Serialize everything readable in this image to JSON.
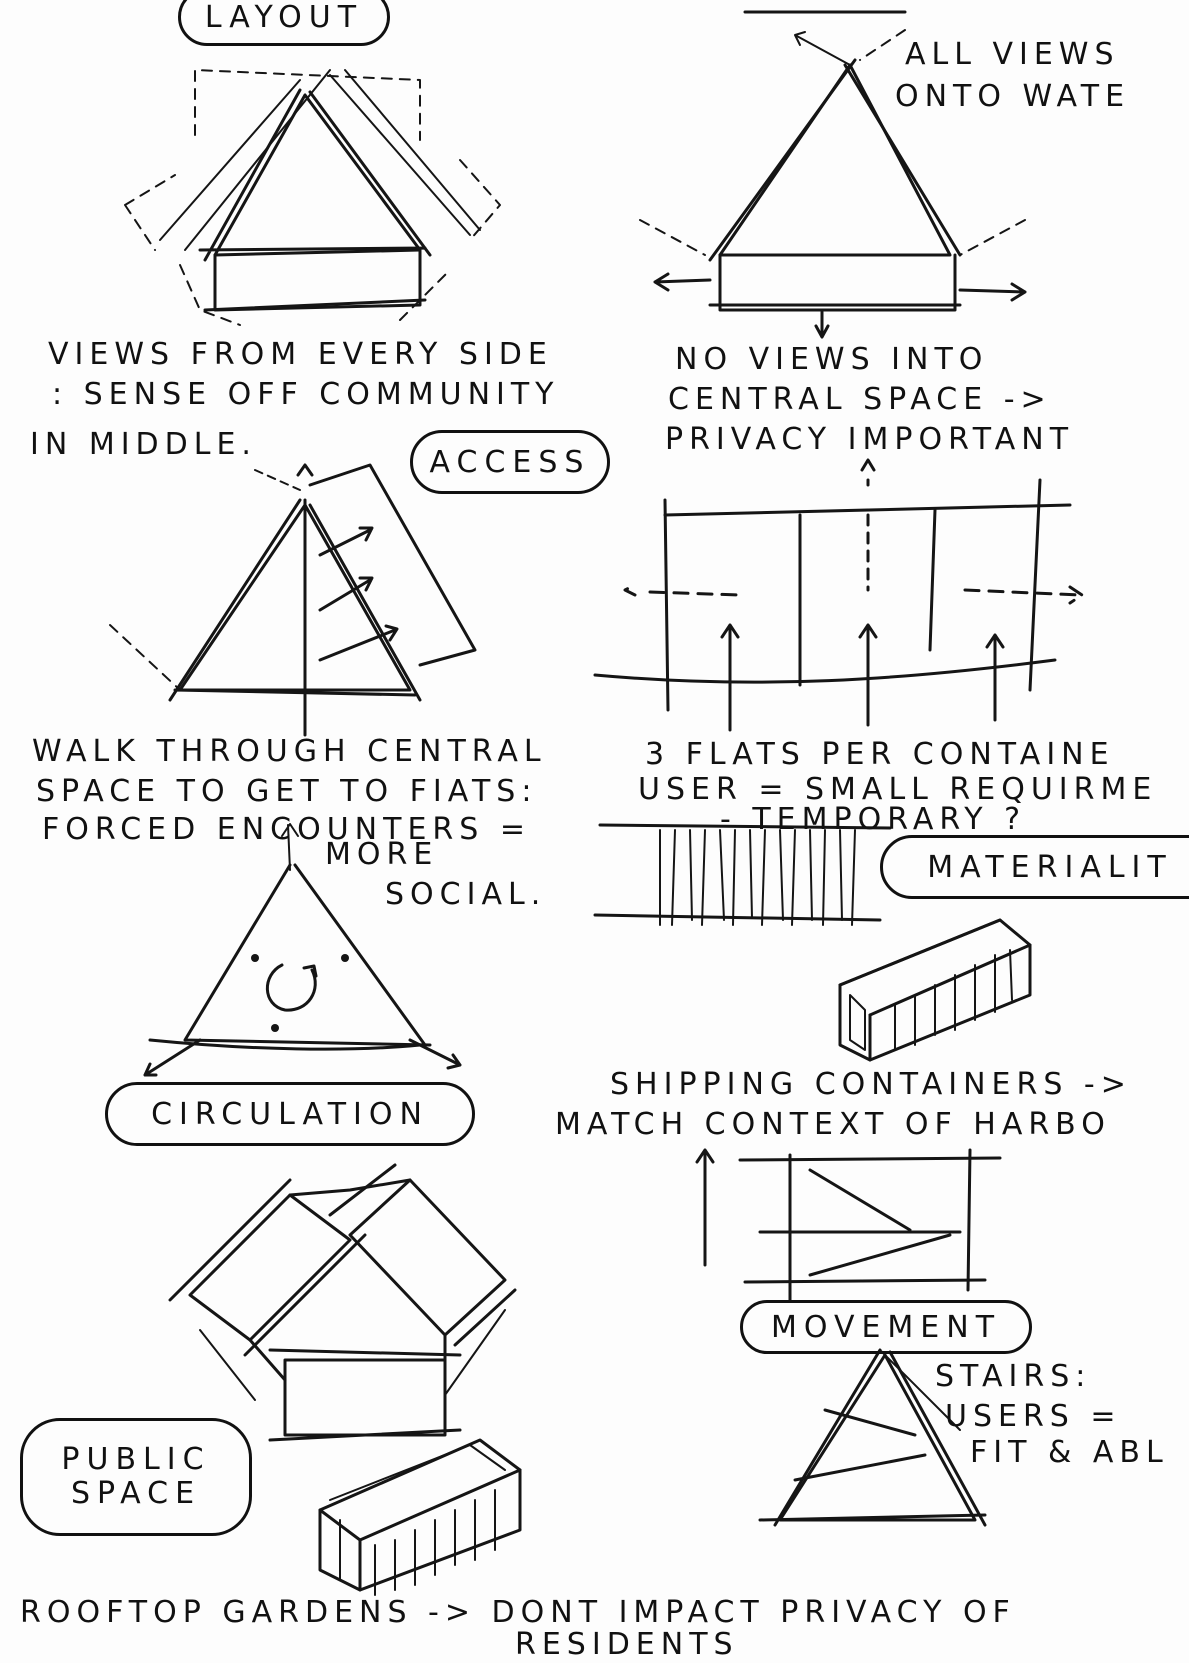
{
  "headings": {
    "layout": "LAYOUT",
    "access": "ACCESS",
    "materiality": "MATERIALIT",
    "circulation": "CIRCULATION",
    "movement": "MOVEMENT",
    "public_space_line1": "PUBLIC",
    "public_space_line2": "SPACE"
  },
  "notes": {
    "views_line1": "VIEWS FROM EVERY SIDE",
    "views_line2": ": SENSE OFF COMMUNITY",
    "views_line3": "IN MIDDLE.",
    "water_line1": "ALL VIEWS",
    "water_line2": "ONTO WATE",
    "privacy_line1": "NO VIEWS INTO",
    "privacy_line2": "CENTRAL SPACE ->",
    "privacy_line3": "PRIVACY IMPORTANT",
    "walk_line1": "WALK THROUGH CENTRAL",
    "walk_line2": "SPACE TO GET TO FIATS:",
    "walk_line3": "FORCED ENCOUNTERS =",
    "walk_line4": "MORE",
    "walk_line5": "SOCIAL.",
    "flats_line1": "3 FLATS PER CONTAINE",
    "flats_line2": "USER = SMALL REQUIRME",
    "flats_line3": "- TEMPORARY ?",
    "shipping_line1": "SHIPPING CONTAINERS ->",
    "shipping_line2": "MATCH CONTEXT OF HARBO",
    "stairs_line1": "STAIRS:",
    "stairs_line2": "USERS =",
    "stairs_line3": "FIT & ABL",
    "rooftop_line1": "ROOFTOP GARDENS -> DONT IMPACT PRIVACY OF",
    "rooftop_line2": "RESIDENTS"
  }
}
